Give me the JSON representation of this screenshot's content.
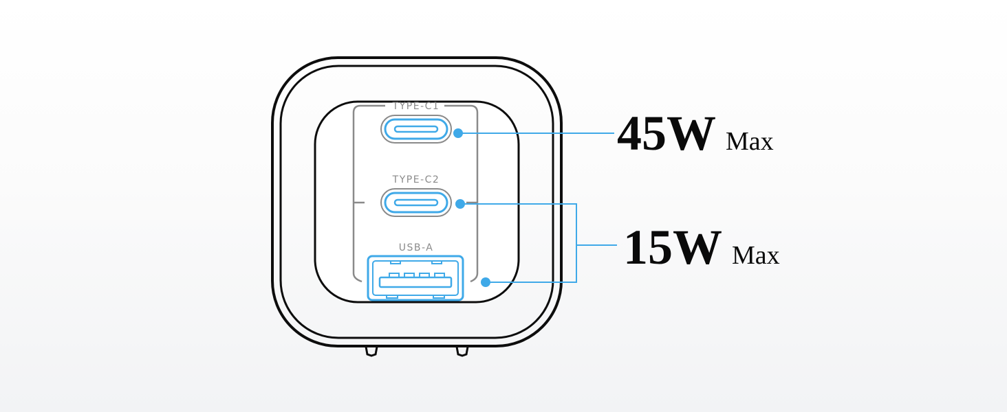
{
  "ports": [
    {
      "name": "type-c1",
      "label": "TYPE-C1"
    },
    {
      "name": "type-c2",
      "label": "TYPE-C2"
    },
    {
      "name": "usb-a",
      "label": "USB-A"
    }
  ],
  "outputs": [
    {
      "value": "45W",
      "suffix": "Max"
    },
    {
      "value": "15W",
      "suffix": "Max"
    }
  ],
  "colors": {
    "accent": "#3fa9e8",
    "outline": "#0d0d0d",
    "gray": "#8a8a8a"
  }
}
